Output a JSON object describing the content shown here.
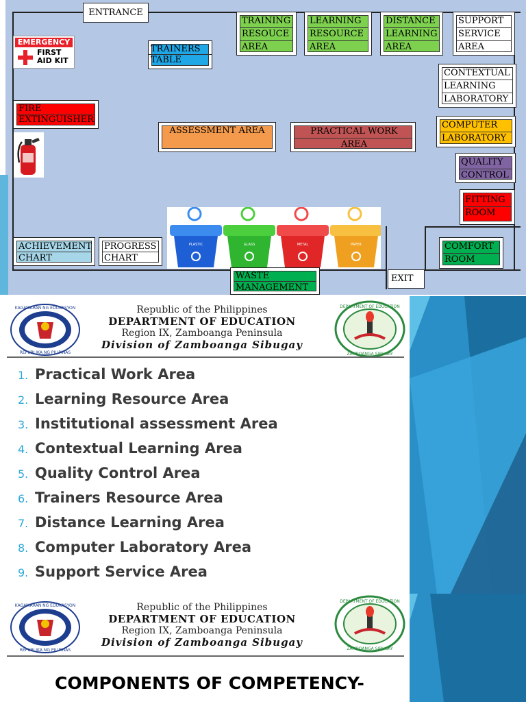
{
  "floor_plan": {
    "entrance": "ENTRANCE",
    "exit": "EXIT",
    "emergency_kit": {
      "line1": "EMERGENCY",
      "line2": "FIRST",
      "line3": "AID KIT"
    },
    "fire_extinguisher": {
      "line1": "FIRE",
      "line2": "EXTINGUISHER"
    },
    "trainers_table": {
      "line1": "TRAINERS",
      "line2": "TABLE"
    },
    "training_resource": {
      "line1": "TRAINING",
      "line2": "RESOUCE",
      "line3": "AREA"
    },
    "learning_resource": {
      "line1": "LEARNING",
      "line2": "RESOURCE",
      "line3": "AREA"
    },
    "distance_learning": {
      "line1": "DISTANCE",
      "line2": "LEARNING",
      "line3": "AREA"
    },
    "support_service": {
      "line1": "SUPPORT",
      "line2": "SERVICE",
      "line3": "AREA"
    },
    "contextual_lab": {
      "line1": "CONTEXTUAL",
      "line2": "LEARNING",
      "line3": "LABORATORY"
    },
    "computer_lab": {
      "line1": "COMPUTER",
      "line2": "LABORATORY"
    },
    "quality_control": {
      "line1": "QUALITY",
      "line2": "CONTROL"
    },
    "fitting_room": {
      "line1": "FITTING",
      "line2": "ROOM"
    },
    "comfort_room": {
      "line1": "COMFORT",
      "line2": "ROOM"
    },
    "assessment_area": "ASSESSMENT AREA",
    "practical_work": {
      "line1": "PRACTICAL WORK",
      "line2": "AREA"
    },
    "achievement_chart": {
      "line1": "ACHIEVEMENT",
      "line2": "CHART"
    },
    "progress_chart": {
      "line1": "PROGRESS",
      "line2": "CHART"
    },
    "waste_management": {
      "line1": "WASTE",
      "line2": "MANAGEMENT"
    },
    "bins": [
      "PLASTIC",
      "GLASS",
      "METAL",
      "PAPER"
    ],
    "colors": {
      "green": "#7ed14f",
      "blue": "#1fa7e6",
      "orange": "#f39a4c",
      "brick": "#c05454",
      "gold": "#ffc000",
      "purple": "#8064a2",
      "red": "#ff0000",
      "dark_green": "#00b050",
      "light_blue": "#a6d6e8"
    }
  },
  "header": {
    "line1": "Republic of the Philippines",
    "line2": "DEPARTMENT OF EDUCATION",
    "line3": "Region IX, Zamboanga Peninsula",
    "line4": "Division of Zamboanga Sibugay"
  },
  "seals": {
    "left": {
      "top": "KAGAWARAN NG EDUKASYON",
      "bottom": "REPUBLIKA NG PILIPINAS"
    },
    "right": {
      "top": "DEPARTMENT OF EDUCATION",
      "bottom": "ZAMBOANGA SIBUGAY"
    }
  },
  "areas_list": [
    {
      "num": "1.",
      "text": "Practical Work Area"
    },
    {
      "num": "2.",
      "text": "Learning Resource Area"
    },
    {
      "num": "3.",
      "text": "Institutional assessment Area"
    },
    {
      "num": "4.",
      "text": "Contextual Learning Area"
    },
    {
      "num": "5.",
      "text": "Quality Control Area"
    },
    {
      "num": "6.",
      "text": "Trainers Resource Area"
    },
    {
      "num": "7.",
      "text": "Distance Learning Area"
    },
    {
      "num": "8.",
      "text": "Computer Laboratory Area"
    },
    {
      "num": "9.",
      "text": "Support Service Area"
    }
  ],
  "slide3_title": "COMPONENTS OF COMPETENCY-"
}
